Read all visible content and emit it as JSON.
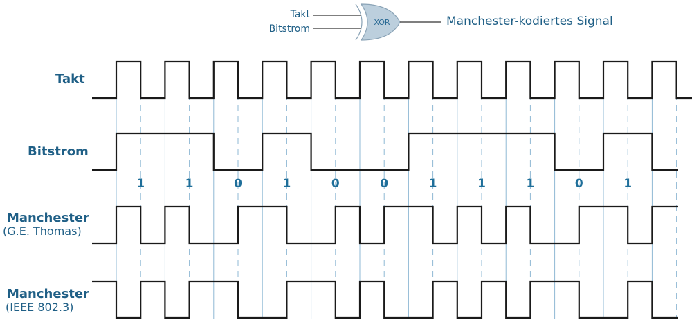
{
  "xor_gate": {
    "input_1": "Takt",
    "input_2": "Bitstrom",
    "gate_label": "XOR",
    "output": "Manchester-kodiertes Signal"
  },
  "rows": {
    "clock": {
      "label": "Takt"
    },
    "bitstream": {
      "label": "Bitstrom"
    },
    "manchester_thomas": {
      "label": "Manchester",
      "sublabel": "(G.E. Thomas)"
    },
    "manchester_ieee": {
      "label": "Manchester",
      "sublabel": "(IEEE 802.3)"
    }
  },
  "bits": [
    "1",
    "1",
    "0",
    "1",
    "0",
    "0",
    "1",
    "1",
    "1",
    "0",
    "1"
  ],
  "colors": {
    "accent": "#1f5f86",
    "signal": "#1a1a1a",
    "gridline": "#8fb8d4"
  }
}
